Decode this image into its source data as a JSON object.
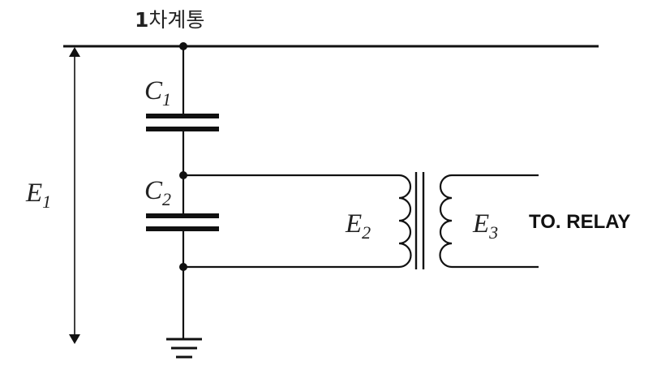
{
  "title": {
    "num": "1",
    "text": "차계통"
  },
  "labels": {
    "c1": {
      "base": "C",
      "sub": "1"
    },
    "c2": {
      "base": "C",
      "sub": "2"
    },
    "e1": {
      "base": "E",
      "sub": "1"
    },
    "e2": {
      "base": "E",
      "sub": "2"
    },
    "e3": {
      "base": "E",
      "sub": "3"
    }
  },
  "output_label": "TO. RELAY"
}
